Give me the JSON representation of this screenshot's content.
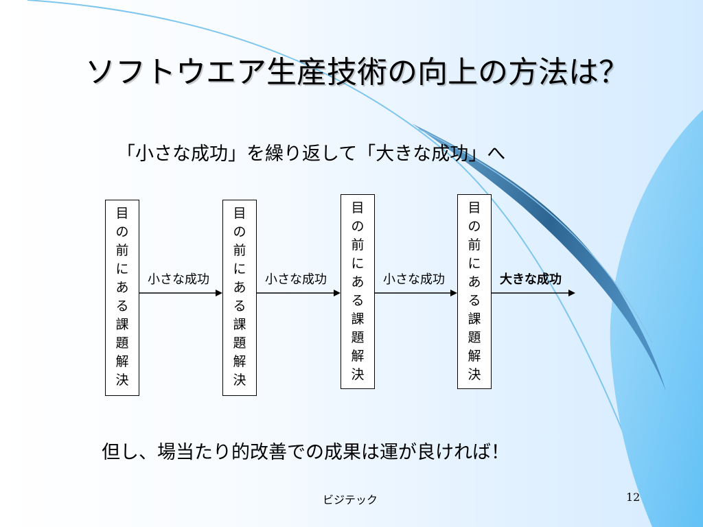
{
  "slide": {
    "title": "ソフトウエア生産技術の向上の方法は？",
    "subtitle": "「小さな成功」を繰り返して「大きな成功」へ",
    "note": "但し、場当たり的改善での成果は運が良ければ！",
    "footer": "ビジテック",
    "page_number": "12"
  },
  "diagram": {
    "box_chars": [
      "目",
      "の",
      "前",
      "に",
      "あ",
      "る",
      "課",
      "題",
      "解",
      "決"
    ],
    "boxes": [
      {
        "text": "目の前にある課題解決"
      },
      {
        "text": "目の前にある課題解決"
      },
      {
        "text": "目の前にある課題解決"
      },
      {
        "text": "目の前にある課題解決"
      }
    ],
    "steps": [
      {
        "label": "小さな成功"
      },
      {
        "label": "小さな成功"
      },
      {
        "label": "小さな成功"
      },
      {
        "label": "大きな成功"
      }
    ]
  },
  "colors": {
    "swoosh_light": "#6cc3f5",
    "swoosh_dark": "#2c5f8a",
    "swoosh_line": "#6fbde8"
  }
}
